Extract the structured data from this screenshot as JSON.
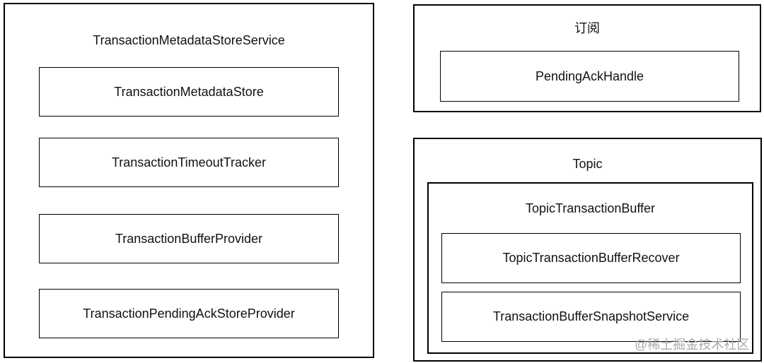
{
  "diagram": {
    "left_group": {
      "title": "TransactionMetadataStoreService",
      "items": [
        {
          "label": "TransactionMetadataStore"
        },
        {
          "label": "TransactionTimeoutTracker"
        },
        {
          "label": "TransactionBufferProvider"
        },
        {
          "label": "TransactionPendingAckStoreProvider"
        }
      ]
    },
    "subscription_group": {
      "title": "订阅",
      "items": [
        {
          "label": "PendingAckHandle"
        }
      ]
    },
    "topic_group": {
      "title": "Topic",
      "buffer_group": {
        "title": "TopicTransactionBuffer",
        "items": [
          {
            "label": "TopicTransactionBufferRecover"
          },
          {
            "label": "TransactionBufferSnapshotService"
          }
        ]
      }
    },
    "watermark": "@稀土掘金技术社区",
    "colors": {
      "border": "#000000",
      "text": "#111111",
      "background": "#ffffff",
      "watermark": "#a9a9a9"
    }
  }
}
